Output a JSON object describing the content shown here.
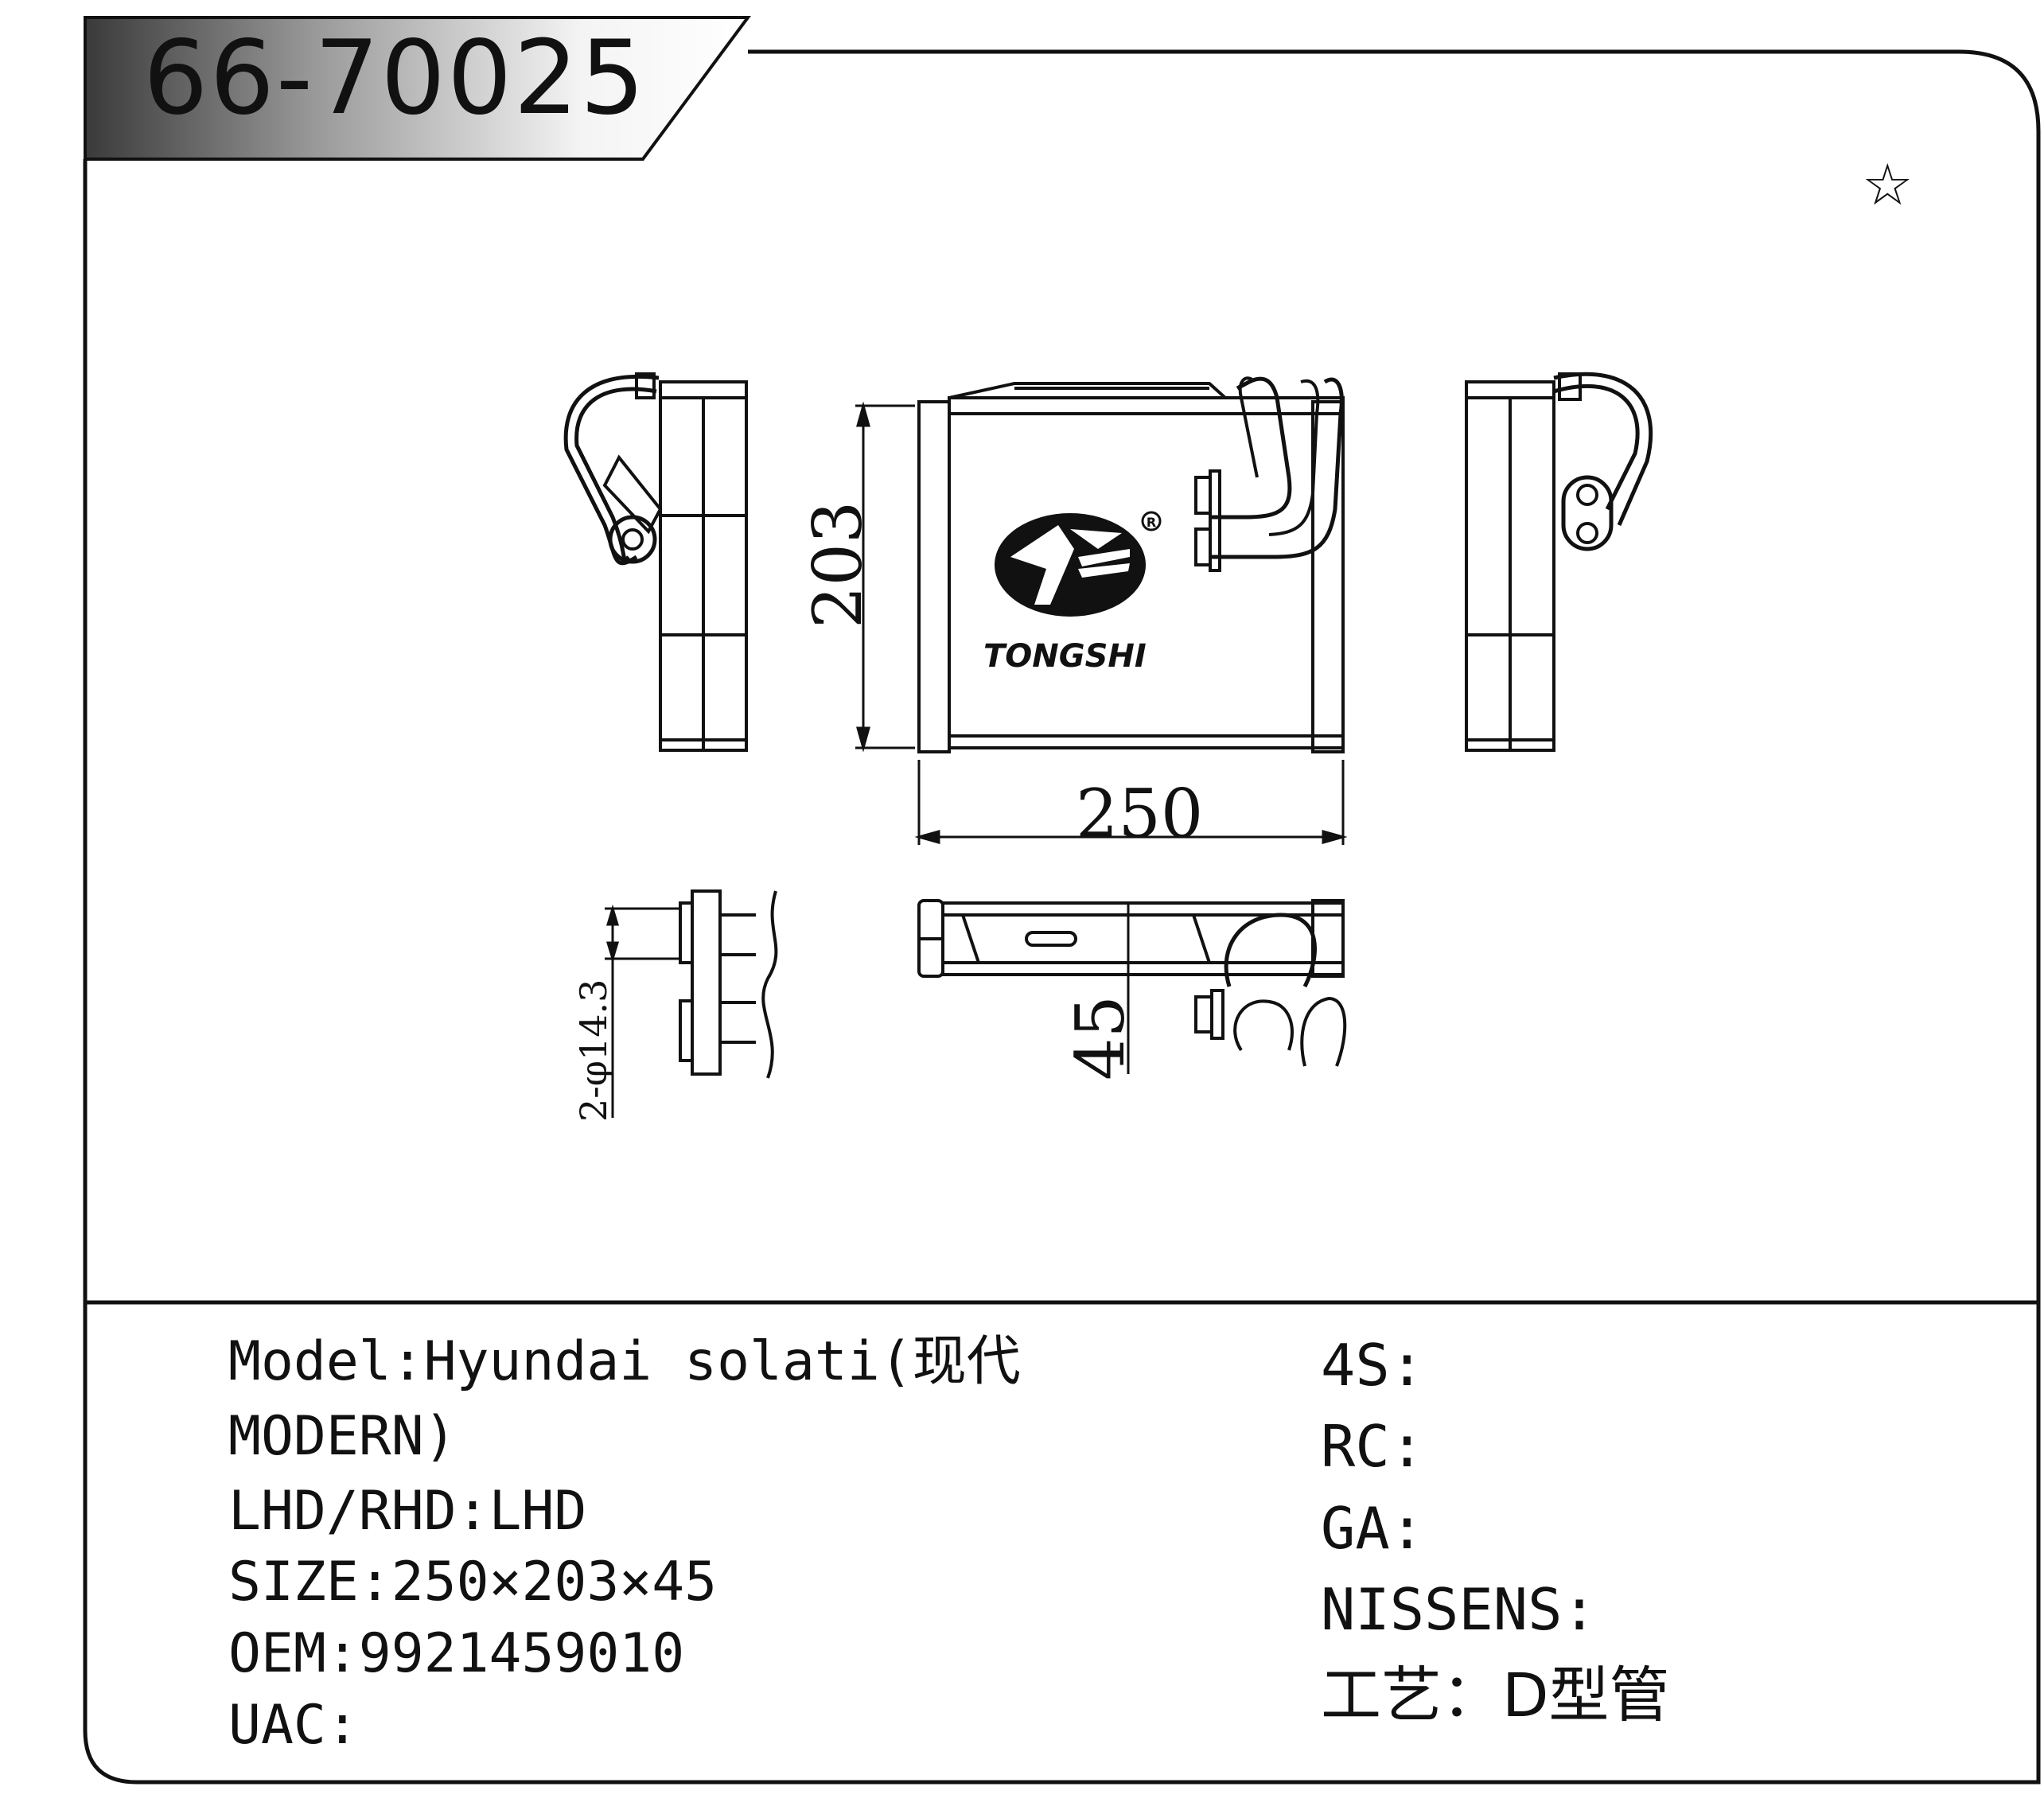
{
  "part_number": "66-70025",
  "star_mark": "☆",
  "brand": {
    "name": "TONGSHI",
    "registered_mark": "R"
  },
  "dimensions": {
    "height": "203",
    "width": "250",
    "depth": "45",
    "pipe_diameter": "2-φ14.3"
  },
  "specs": {
    "model_line1": "Model:Hyundai solati(现代",
    "model_line2": "MODERN)",
    "drive": "LHD/RHD:LHD",
    "size": "SIZE:250×203×45",
    "oem": "OEM:9921459010",
    "uac": "UAC:"
  },
  "cross_refs": {
    "s4": "4S:",
    "rc": "RC:",
    "ga": "GA:",
    "nissens": "NISSENS:",
    "process": "工艺：D型管"
  }
}
